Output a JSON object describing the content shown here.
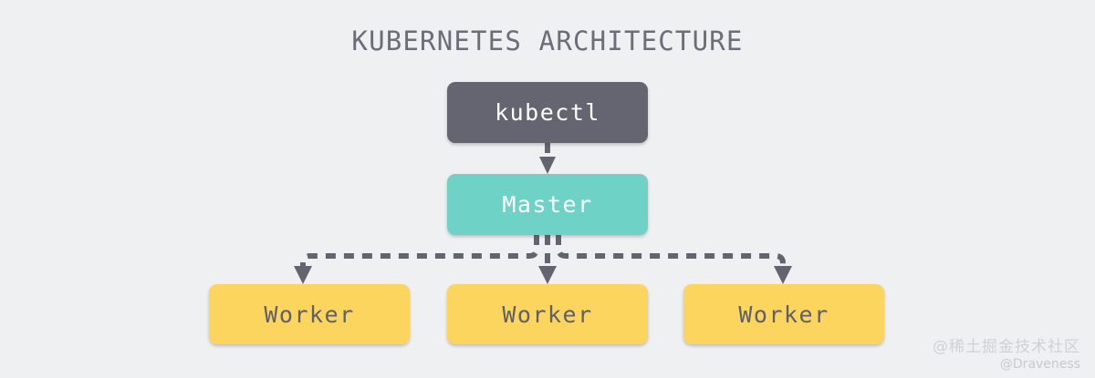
{
  "diagram": {
    "title": "KUBERNETES ARCHITECTURE",
    "background_color": "#eff0f2",
    "title_color": "#6b6d78",
    "nodes": {
      "kubectl": {
        "label": "kubectl",
        "fill_color": "#646570",
        "text_color": "#ffffff"
      },
      "master": {
        "label": "Master",
        "fill_color": "#6ed3c6",
        "text_color": "#ffffff"
      },
      "workers": [
        {
          "label": "Worker",
          "fill_color": "#fcd55f",
          "text_color": "#5f6068"
        },
        {
          "label": "Worker",
          "fill_color": "#fcd55f",
          "text_color": "#5f6068"
        },
        {
          "label": "Worker",
          "fill_color": "#fcd55f",
          "text_color": "#5f6068"
        }
      ]
    },
    "edges": {
      "style": "dashed",
      "color": "#63646f",
      "arrow_head": "solid-triangle",
      "connections": [
        {
          "from": "kubectl",
          "to": "master"
        },
        {
          "from": "master",
          "to": "worker-left"
        },
        {
          "from": "master",
          "to": "worker-center"
        },
        {
          "from": "master",
          "to": "worker-right"
        }
      ]
    }
  },
  "watermark": {
    "community": "@稀土掘金技术社区",
    "handle": "@Draveness"
  }
}
